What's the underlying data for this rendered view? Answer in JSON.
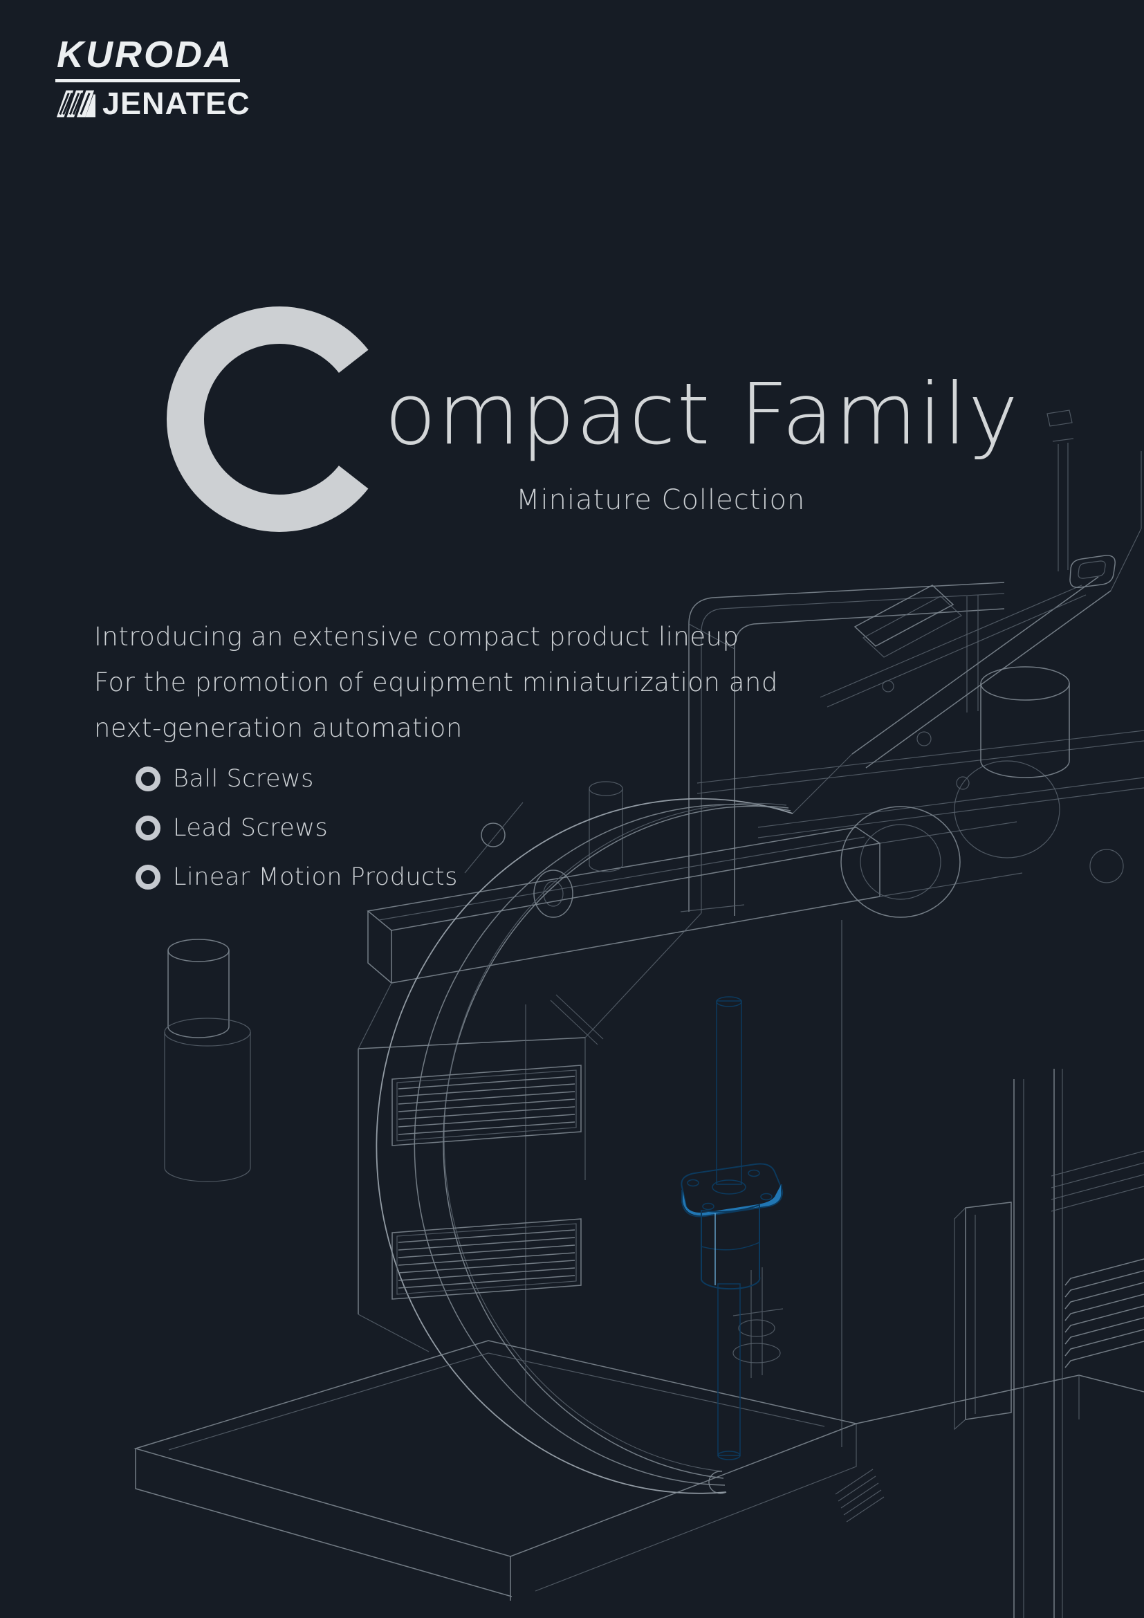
{
  "colors": {
    "bg": "#161c25",
    "ink": "#eceff1",
    "muted": "#ccd0d4",
    "accent_blue": "#2e8fd2",
    "accent_blue_dark": "#0c3a5e",
    "accent_blue_light": "#74bdec",
    "wire": "#7d8790",
    "wire_dim": "#59636d",
    "c_gray": "#cdd0d3"
  },
  "logo": {
    "primary": "KURODA",
    "secondary": "JENATEC"
  },
  "hero": {
    "title_initial": "C",
    "title_rest": "ompact Family",
    "subtitle": "Miniature Collection"
  },
  "intro": {
    "line1": "Introducing an extensive compact product lineup",
    "line2": "For the promotion of equipment miniaturization and",
    "line3": "next-generation automation"
  },
  "products": {
    "items": [
      {
        "label": "Ball Screws"
      },
      {
        "label": "Lead Screws"
      },
      {
        "label": "Linear Motion Products"
      }
    ]
  },
  "illustration": {
    "subject": "wireframe machine with blue miniature ball screw and flanged nut"
  }
}
